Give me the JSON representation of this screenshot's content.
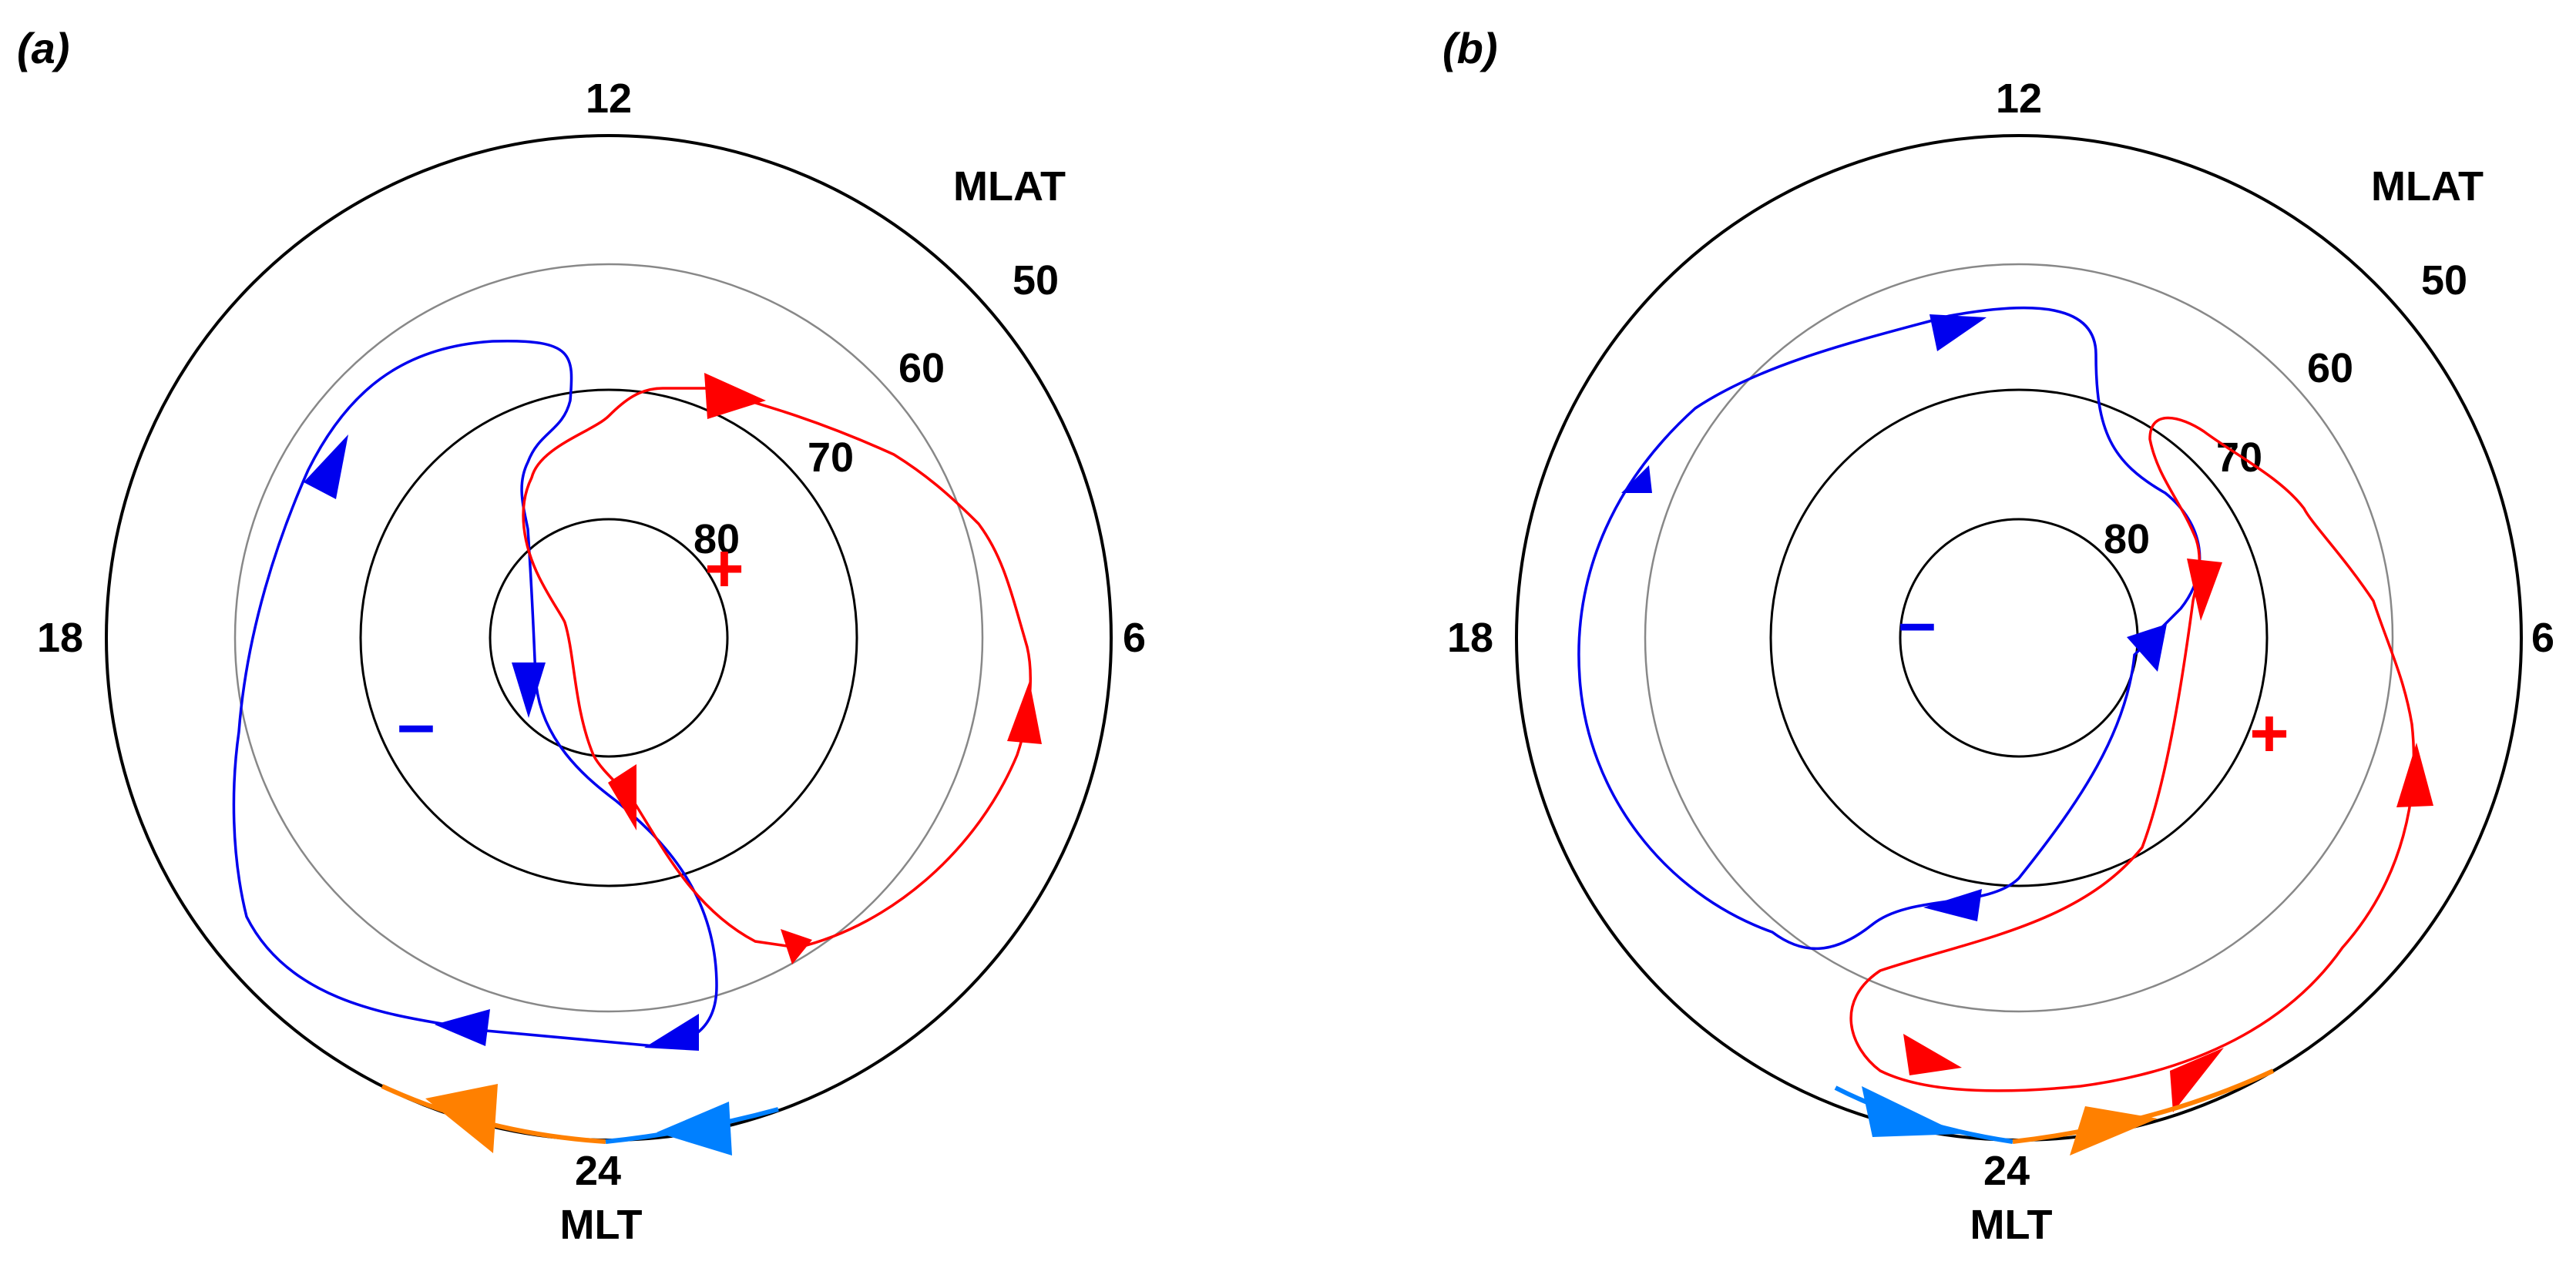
{
  "figure": {
    "colors": {
      "positive_cell": "#ff0000",
      "negative_cell": "#0000ee",
      "current_orange": "#ff8000",
      "current_lightblue": "#0080ff",
      "circle_inner": "#000000",
      "circle_60": "#888888"
    },
    "panels": [
      {
        "id": "a",
        "label": "(a)",
        "mlt_labels": {
          "top": "12",
          "left": "18",
          "right": "6",
          "bottom": "24"
        },
        "mlt_axis_label": "MLT",
        "mlat_axis_label": "MLAT",
        "mlat_labels": [
          "50",
          "60",
          "70",
          "80"
        ],
        "positive_symbol": "+",
        "negative_symbol": "–",
        "boundary_order_bottom": [
          "orange",
          "lightblue"
        ]
      },
      {
        "id": "b",
        "label": "(b)",
        "mlt_labels": {
          "top": "12",
          "left": "18",
          "right": "6",
          "bottom": "24"
        },
        "mlt_axis_label": "MLT",
        "mlat_axis_label": "MLAT",
        "mlat_labels": [
          "50",
          "60",
          "70",
          "80"
        ],
        "positive_symbol": "+",
        "negative_symbol": "–",
        "boundary_order_bottom": [
          "lightblue",
          "orange"
        ]
      }
    ]
  }
}
